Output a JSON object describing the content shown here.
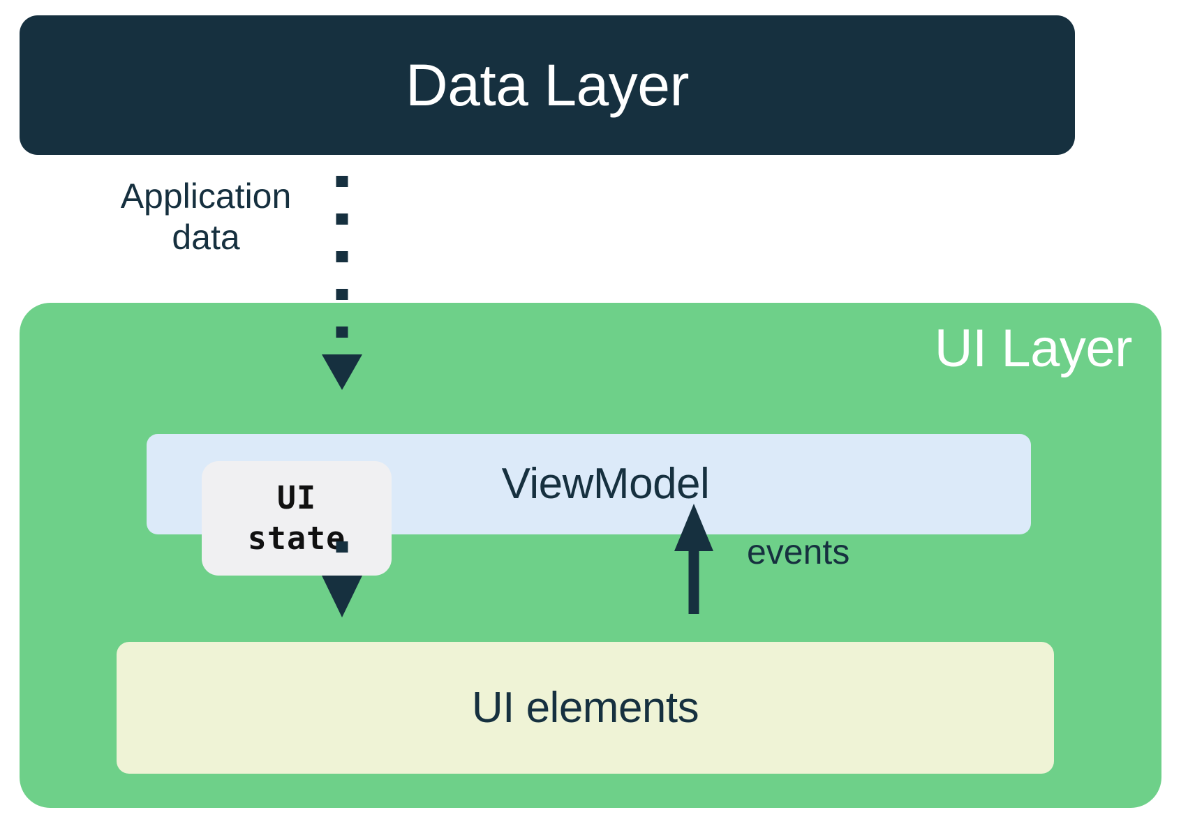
{
  "diagram": {
    "title": "Android app architecture - UI Layer and Data Layer",
    "colors": {
      "data_layer_bg": "#16303f",
      "ui_layer_bg": "#6ed089",
      "viewmodel_bg": "#dceaf9",
      "ui_state_bg": "#f0f0f2",
      "ui_elements_bg": "#eff3d6",
      "text_dark": "#16303f",
      "text_light": "#ffffff",
      "arrow": "#1d3murky"
    }
  },
  "data_layer": {
    "title": "Data Layer"
  },
  "flows": {
    "application_data_label_line1": "Application",
    "application_data_label_line2": "data",
    "application_data_label": "Application data",
    "events_label": "events"
  },
  "ui_layer": {
    "title": "UI Layer",
    "viewmodel": {
      "label": "ViewModel",
      "ui_state": {
        "line1": "UI",
        "line2": "state",
        "label": "UI state"
      }
    },
    "ui_elements": {
      "label": "UI elements"
    }
  },
  "icons": {
    "dotted_down_arrow_top": "dotted-arrow-down-icon",
    "dotted_down_arrow_bottom": "dotted-arrow-down-icon",
    "solid_up_arrow": "arrow-up-icon"
  }
}
